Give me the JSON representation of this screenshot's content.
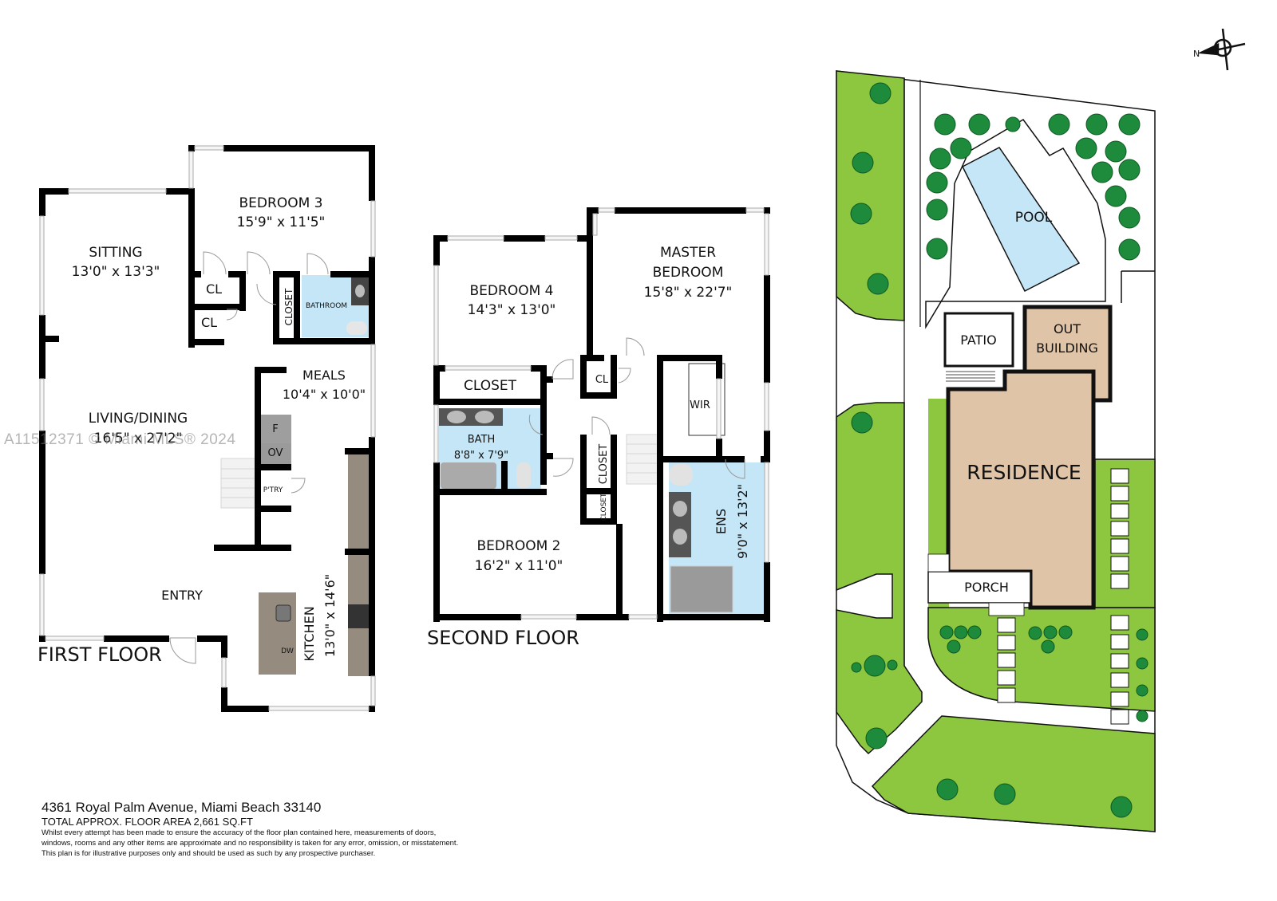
{
  "watermark": "A11512371 © Miami MLS® 2024",
  "first_floor": {
    "title": "FIRST FLOOR",
    "rooms": [
      {
        "name": "BEDROOM 3",
        "dims": "15'9\" x 11'5\""
      },
      {
        "name": "SITTING",
        "dims": "13'0\" x 13'3\""
      },
      {
        "name": "MEALS",
        "dims": "10'4\" x 10'0\""
      },
      {
        "name": "LIVING/DINING",
        "dims": "16'5\" x 27'2\""
      },
      {
        "name": "KITCHEN",
        "dims": "13'0\" x 14'6\""
      }
    ],
    "labels": {
      "cl1": "CL",
      "cl2": "CL",
      "closet": "CLOSET",
      "bathroom": "BATHROOM",
      "fridge": "F",
      "oven": "OV",
      "pantry": "P'TRY",
      "entry": "ENTRY",
      "dishwasher": "DW"
    }
  },
  "second_floor": {
    "title": "SECOND FLOOR",
    "rooms": [
      {
        "name": "BEDROOM 4",
        "dims": "14'3\" x 13'0\""
      },
      {
        "name": "MASTER",
        "name2": "BEDROOM",
        "dims": "15'8\" x 22'7\""
      },
      {
        "name": "BATH",
        "dims": "8'8\" x 7'9\""
      },
      {
        "name": "BEDROOM 2",
        "dims": "16'2\" x 11'0\""
      },
      {
        "name": "ENS",
        "dims": "9'0\" x 13'2\""
      }
    ],
    "labels": {
      "closet1": "CLOSET",
      "cl": "CL",
      "wir": "WIR",
      "closet2": "CLOSET",
      "closet3": "CLOSET"
    }
  },
  "site_plan": {
    "compass": "N",
    "labels": {
      "pool": "POOL",
      "patio": "PATIO",
      "outbuilding1": "OUT",
      "outbuilding2": "BUILDING",
      "residence": "RESIDENCE",
      "porch": "PORCH"
    },
    "colors": {
      "lawn": "#8dc63f",
      "tree": "#1e8a3c",
      "building": "#e0c4a8",
      "pool": "#c5e6f7"
    }
  },
  "footer": {
    "address": "4361 Royal Palm Avenue, Miami Beach 33140",
    "total_area": "TOTAL APPROX. FLOOR AREA 2,661 SQ.FT",
    "disclaimer_1": "Whilst every attempt has been made to ensure the accuracy of the floor plan contained here, measurements of doors,",
    "disclaimer_2": "windows, rooms and any other items are approximate and no responsibility is taken for any error, omission, or misstatement.",
    "disclaimer_3": "This plan is for illustrative purposes only and should be used as such by any prospective purchaser."
  }
}
